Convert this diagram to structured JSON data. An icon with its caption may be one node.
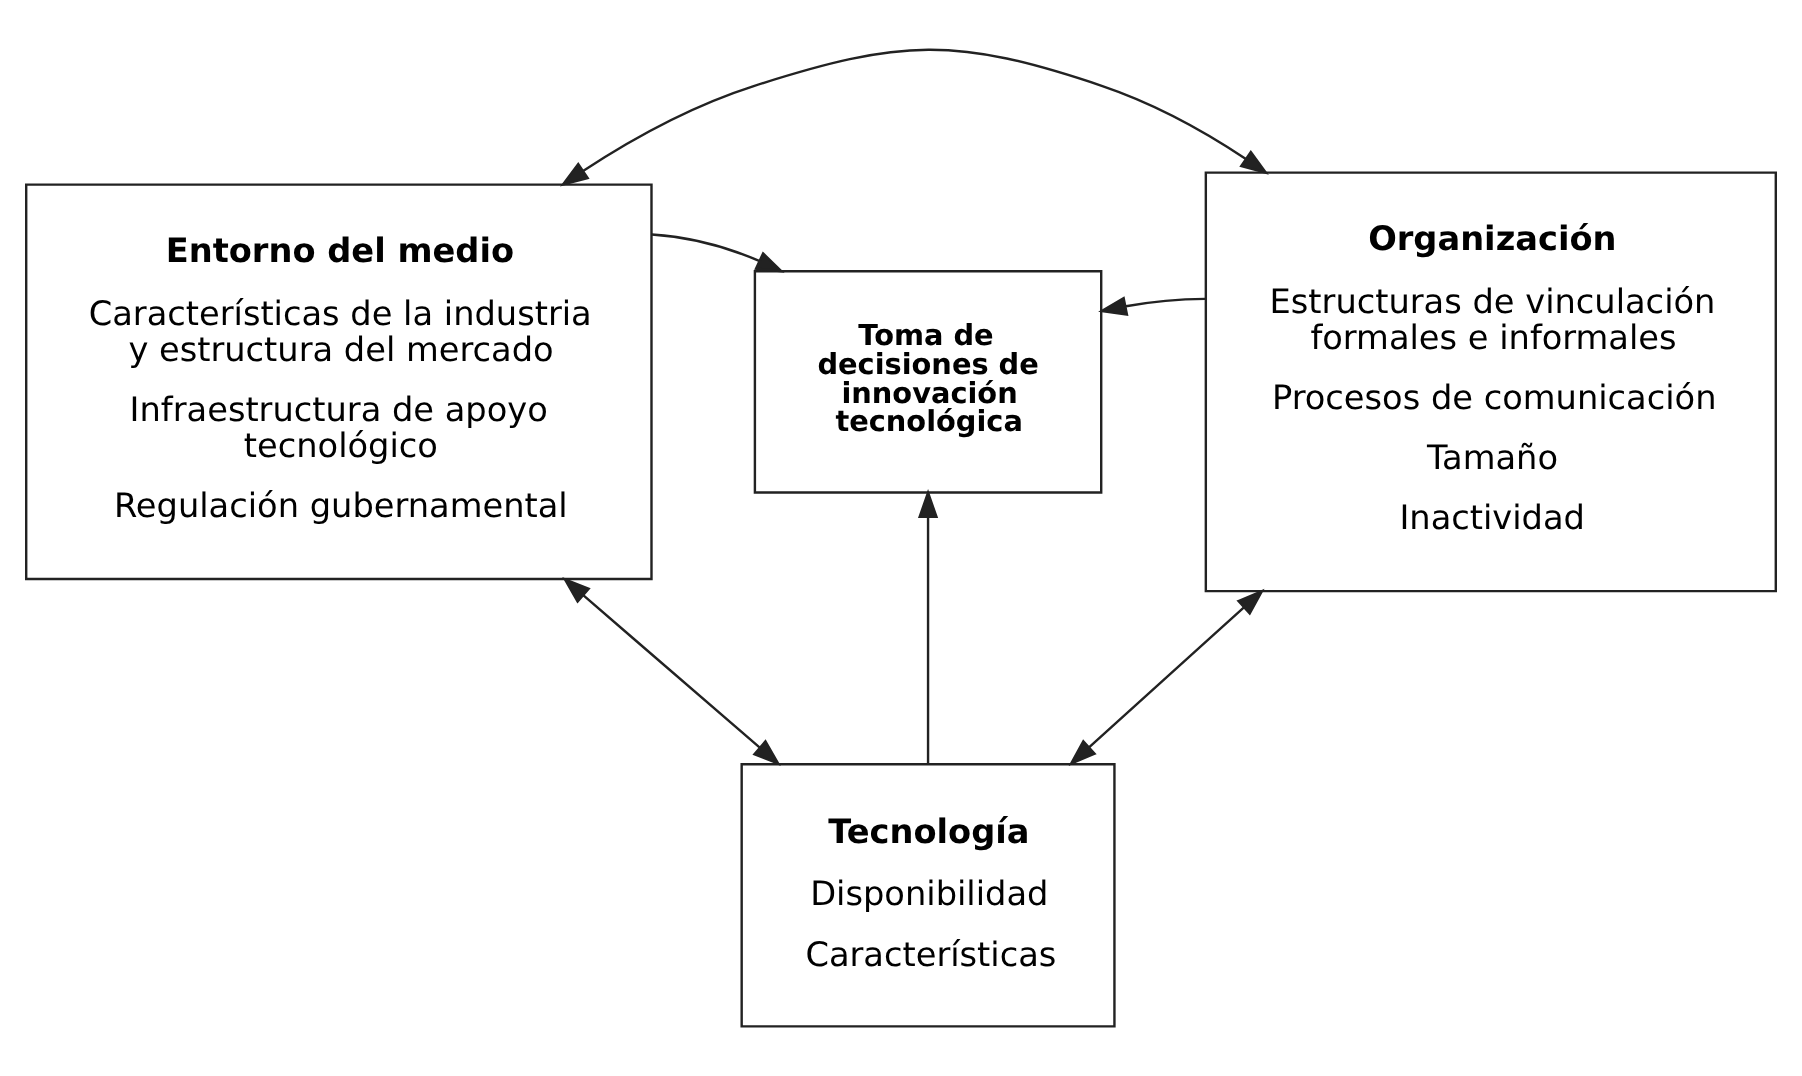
{
  "diagram": {
    "nodes": [
      {
        "text": [
          "Entorno del medio",
          "Características de la industria y estructura del mercado",
          "Infraestructura de apoyo tecnológico",
          "Regulación gubernamental"
        ]
      },
      {
        "text": [
          "Organización",
          "Estructuras de vinculación formales e informales",
          "Procesos de comunicación",
          "Tamaño",
          "Inactividad"
        ]
      },
      {
        "text": [
          "Toma de decisiones de innovación tecnológica"
        ]
      },
      {
        "text": [
          "Tecnología",
          "Disponibilidad",
          "Características"
        ]
      }
    ],
    "edges": [
      {
        "from": 0,
        "to": 1,
        "arrow": "both"
      },
      {
        "from": 0,
        "to": 2,
        "arrow": "to"
      },
      {
        "from": 1,
        "to": 2,
        "arrow": "to"
      },
      {
        "from": 3,
        "to": 2,
        "arrow": "to"
      },
      {
        "from": 0,
        "to": 3,
        "arrow": "both"
      },
      {
        "from": 1,
        "to": 3,
        "arrow": "both"
      }
    ]
  }
}
